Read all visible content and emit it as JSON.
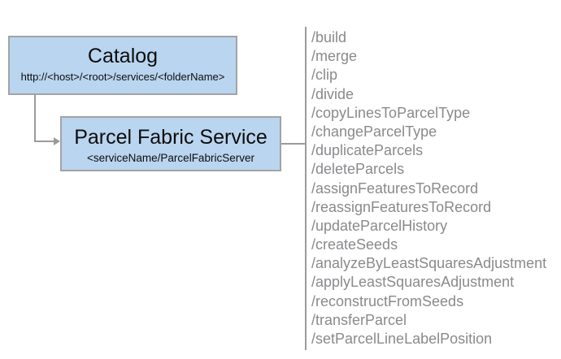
{
  "catalog": {
    "title": "Catalog",
    "url": "http://<host>/<root>/services/<folderName>"
  },
  "service": {
    "title": "Parcel Fabric Service",
    "path": "<serviceName/ParcelFabricServer"
  },
  "operations": [
    "/build",
    "/merge",
    "/clip",
    "/divide",
    "/copyLinesToParcelType",
    "/changeParcelType",
    "/duplicateParcels",
    "/deleteParcels",
    "/assignFeaturesToRecord",
    "/reassignFeaturesToRecord",
    "/updateParcelHistory",
    "/createSeeds",
    "/analyzeByLeastSquaresAdjustment",
    "/applyLeastSquaresAdjustment",
    "/reconstructFromSeeds",
    "/transferParcel",
    "/setParcelLineLabelPosition"
  ],
  "colors": {
    "box_fill": "#b9d5ef",
    "box_border": "#a3a3a3",
    "line": "#9b9b9b",
    "operation_text": "#8a8a8e",
    "title_text": "#0d0d0d"
  }
}
